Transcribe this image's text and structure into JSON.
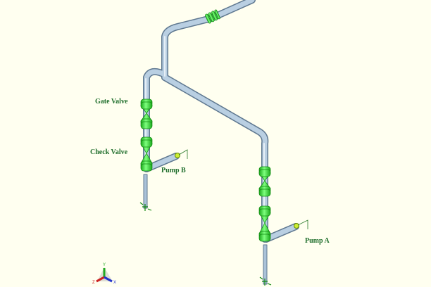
{
  "labels": {
    "gate_valve": "Gate Valve",
    "check_valve": "Check Valve",
    "pump_b": "Pump B",
    "pump_a": "Pump A"
  },
  "axis_triad": {
    "x": "X",
    "y": "Y",
    "z": "Z"
  },
  "colors": {
    "background": "#fffff0",
    "pipe": "#aac2d8",
    "pipe_edge": "#5f7890",
    "valve": "#33dd33",
    "label": "#1f6e2c"
  }
}
